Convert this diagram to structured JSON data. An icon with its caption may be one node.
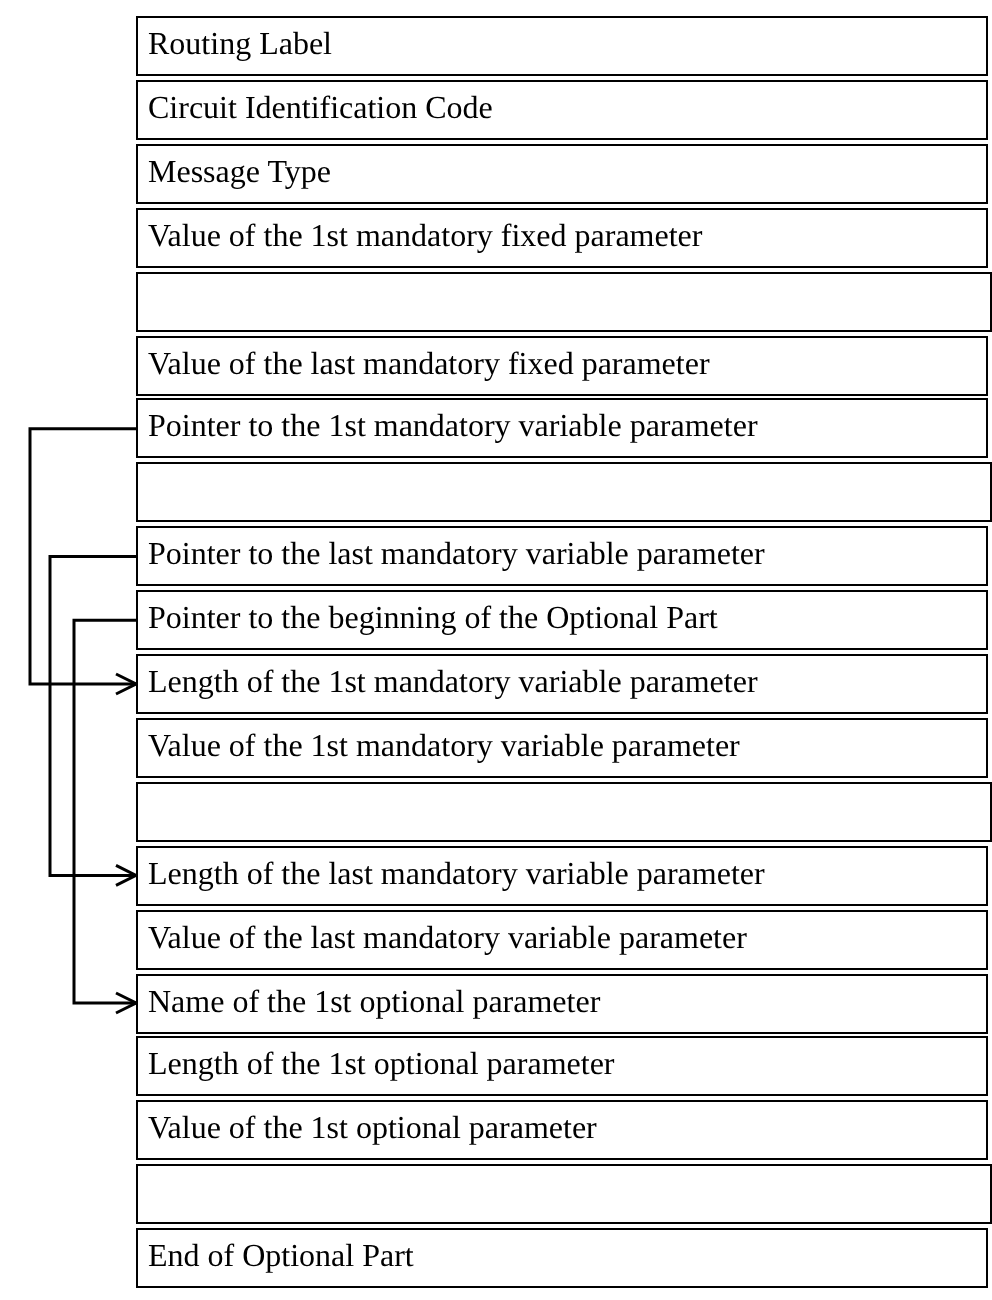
{
  "diagram": {
    "nodes": [
      {
        "text": [
          "Routing Label"
        ]
      },
      {
        "text": [
          "Circuit Identification Code"
        ]
      },
      {
        "text": [
          "Message Type"
        ]
      },
      {
        "text": [
          "Value of the 1st mandatory fixed parameter"
        ]
      },
      {
        "text": [],
        "shape": "box"
      },
      {
        "text": [
          "Value of the last mandatory fixed parameter"
        ]
      },
      {
        "text": [
          "Pointer to the 1st mandatory variable parameter"
        ]
      },
      {
        "text": [],
        "shape": "box"
      },
      {
        "text": [
          "Pointer to the last mandatory variable parameter"
        ]
      },
      {
        "text": [
          "Pointer to the beginning of the Optional Part"
        ]
      },
      {
        "text": [
          "Length of the 1st mandatory variable parameter"
        ]
      },
      {
        "text": [
          "Value of the 1st mandatory variable parameter"
        ]
      },
      {
        "text": [],
        "shape": "box"
      },
      {
        "text": [
          "Length of the last mandatory variable parameter"
        ]
      },
      {
        "text": [
          "Value of the last mandatory variable parameter"
        ]
      },
      {
        "text": [
          "Name of the 1st optional parameter"
        ]
      },
      {
        "text": [
          "Length of the 1st optional parameter"
        ]
      },
      {
        "text": [
          "Value of the 1st optional parameter"
        ]
      },
      {
        "text": [],
        "shape": "box"
      },
      {
        "text": [
          "End of Optional Part"
        ]
      }
    ],
    "edges": [
      {
        "from": 6,
        "to": 10,
        "arrow": "to"
      },
      {
        "from": 8,
        "to": 13,
        "arrow": "to"
      },
      {
        "from": 9,
        "to": 15,
        "arrow": "to"
      }
    ]
  }
}
